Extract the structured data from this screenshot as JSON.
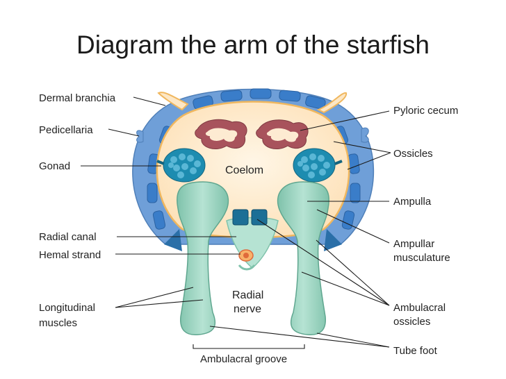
{
  "title": "Diagram the arm of the starfish",
  "labels": {
    "dermal_branchia": "Dermal branchia",
    "pedicellaria": "Pedicellaria",
    "gonad": "Gonad",
    "coelom": "Coelom",
    "radial_canal": "Radial canal",
    "hemal_strand": "Hemal strand",
    "radial_nerve_1": "Radial",
    "radial_nerve_2": "nerve",
    "longitudinal_muscles_1": "Longitudinal",
    "longitudinal_muscles_2": "muscles",
    "ambulacral_groove": "Ambulacral groove",
    "pyloric_cecum": "Pyloric cecum",
    "ossicles": "Ossicles",
    "ampulla": "Ampulla",
    "ampullar_musculature_1": "Ampullar",
    "ampullar_musculature_2": "musculature",
    "ambulacral_ossicles_1": "Ambulacral",
    "ambulacral_ossicles_2": "ossicles",
    "tube_foot": "Tube foot"
  },
  "colors": {
    "body_wall": "#6f9fd8",
    "ossicle": "#3a7dc9",
    "coelom_fill": "#fde7c5",
    "lining": "#f0b75e",
    "pyloric_cecum": "#a8535c",
    "gonad": "#1d8cb0",
    "tube_foot": "#9fd4c2",
    "ambulacral_ossicle": "#1c6f96",
    "hemal": "#e06a3b"
  }
}
